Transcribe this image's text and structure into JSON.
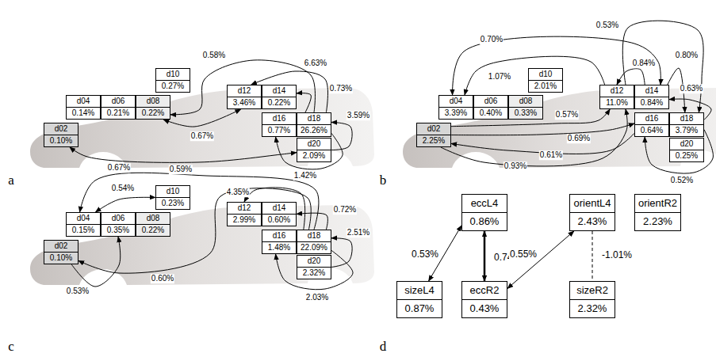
{
  "diagram": {
    "nodes": [
      {
        "text": [
          "d10",
          "0.27%"
        ]
      },
      {
        "text": [
          "d12",
          "3.46%"
        ]
      },
      {
        "text": [
          "d14",
          "0.22%"
        ]
      },
      {
        "text": [
          "d04",
          "0.14%"
        ]
      },
      {
        "text": [
          "d06",
          "0.21%"
        ]
      },
      {
        "text": [
          "d08",
          "0.22%"
        ]
      },
      {
        "text": [
          "d16",
          "0.77%"
        ]
      },
      {
        "text": [
          "d18",
          "26.26%"
        ]
      },
      {
        "text": [
          "d02",
          "0.10%"
        ]
      },
      {
        "text": [
          "d20",
          "2.09%"
        ]
      },
      {
        "text": [
          "d10",
          "2.01%"
        ]
      },
      {
        "text": [
          "d12",
          "11.0%"
        ]
      },
      {
        "text": [
          "d14",
          "0.84%"
        ]
      },
      {
        "text": [
          "d04",
          "3.39%"
        ]
      },
      {
        "text": [
          "d06",
          "0.40%"
        ]
      },
      {
        "text": [
          "d08",
          "0.33%"
        ]
      },
      {
        "text": [
          "d16",
          "0.64%"
        ]
      },
      {
        "text": [
          "d18",
          "3.79%"
        ]
      },
      {
        "text": [
          "d02",
          "2.25%"
        ]
      },
      {
        "text": [
          "d20",
          "0.25%"
        ]
      },
      {
        "text": [
          "d10",
          "0.23%"
        ]
      },
      {
        "text": [
          "d12",
          "2.99%"
        ]
      },
      {
        "text": [
          "d14",
          "0.60%"
        ]
      },
      {
        "text": [
          "d04",
          "0.15%"
        ]
      },
      {
        "text": [
          "d06",
          "0.35%"
        ]
      },
      {
        "text": [
          "d08",
          "0.22%"
        ]
      },
      {
        "text": [
          "d16",
          "1.48%"
        ]
      },
      {
        "text": [
          "d18",
          "22.09%"
        ]
      },
      {
        "text": [
          "d02",
          "0.10%"
        ]
      },
      {
        "text": [
          "d20",
          "2.32%"
        ]
      },
      {
        "text": [
          "eccL4",
          "0.86%"
        ]
      },
      {
        "text": [
          "orientL4",
          "2.43%"
        ]
      },
      {
        "text": [
          "orientR2",
          "2.23%"
        ]
      },
      {
        "text": [
          "sizeL4",
          "0.87%"
        ]
      },
      {
        "text": [
          "eccR2",
          "0.43%"
        ]
      },
      {
        "text": [
          "sizeR2",
          "2.32%"
        ]
      }
    ],
    "edges": [
      {
        "from": 7,
        "to": 5,
        "arrow": "to",
        "label": "0.58%"
      },
      {
        "from": 7,
        "to": 1,
        "arrow": "to",
        "label": "6.63%"
      },
      {
        "from": 7,
        "to": 2,
        "arrow": "to",
        "label": "0.73%"
      },
      {
        "from": 5,
        "to": 1,
        "arrow": "both",
        "label": "0.67%"
      },
      {
        "from": 9,
        "to": 7,
        "arrow": "to",
        "label": "3.59%"
      },
      {
        "from": 8,
        "to": 9,
        "arrow": "both",
        "label": "0.59%"
      },
      {
        "from": 7,
        "to": 6,
        "arrow": "to",
        "label": "1.42%"
      },
      {
        "from": 13,
        "to": 12,
        "arrow": "both",
        "label": "0.70%"
      },
      {
        "from": 11,
        "to": 13,
        "arrow": "to",
        "label": "1.07%"
      },
      {
        "from": 11,
        "to": 17,
        "arrow": "to",
        "label": "0.53%"
      },
      {
        "from": 12,
        "to": 11,
        "arrow": "to",
        "label": "0.84%"
      },
      {
        "from": 12,
        "to": 17,
        "arrow": "to",
        "label": "0.80%"
      },
      {
        "from": 17,
        "to": 12,
        "arrow": "to",
        "label": "0.63%"
      },
      {
        "from": 18,
        "to": 11,
        "arrow": "to",
        "label": "0.57%"
      },
      {
        "from": 18,
        "to": 16,
        "arrow": "to",
        "label": "0.69%"
      },
      {
        "from": 16,
        "to": 18,
        "arrow": "to",
        "label": "0.61%"
      },
      {
        "from": 18,
        "to": 11,
        "arrow": "to",
        "label": "0.93%"
      },
      {
        "from": 17,
        "to": 16,
        "arrow": "to",
        "label": "0.52%"
      },
      {
        "from": 27,
        "to": 23,
        "arrow": "to",
        "label": "0.67%"
      },
      {
        "from": 23,
        "to": 20,
        "arrow": "both",
        "label": "0.54%"
      },
      {
        "from": 27,
        "to": 21,
        "arrow": "to",
        "label": "4.35%"
      },
      {
        "from": 27,
        "to": 22,
        "arrow": "to",
        "label": "0.72%"
      },
      {
        "from": 29,
        "to": 27,
        "arrow": "to",
        "label": "2.51%"
      },
      {
        "from": 27,
        "to": 28,
        "arrow": "to",
        "label": "0.60%"
      },
      {
        "from": 28,
        "to": 24,
        "arrow": "to",
        "label": "0.53%"
      },
      {
        "from": 27,
        "to": 26,
        "arrow": "to",
        "label": "2.03%"
      },
      {
        "from": 33,
        "to": 30,
        "arrow": "both",
        "label": "0.53%"
      },
      {
        "from": 30,
        "to": 34,
        "arrow": "both",
        "label": "0.74%"
      },
      {
        "from": 31,
        "to": 34,
        "arrow": "both",
        "label": "0.55%"
      },
      {
        "from": 31,
        "to": 35,
        "arrow": "none",
        "label": "-1.01%"
      }
    ],
    "labels": [
      "a",
      "b",
      "c",
      "d"
    ]
  }
}
